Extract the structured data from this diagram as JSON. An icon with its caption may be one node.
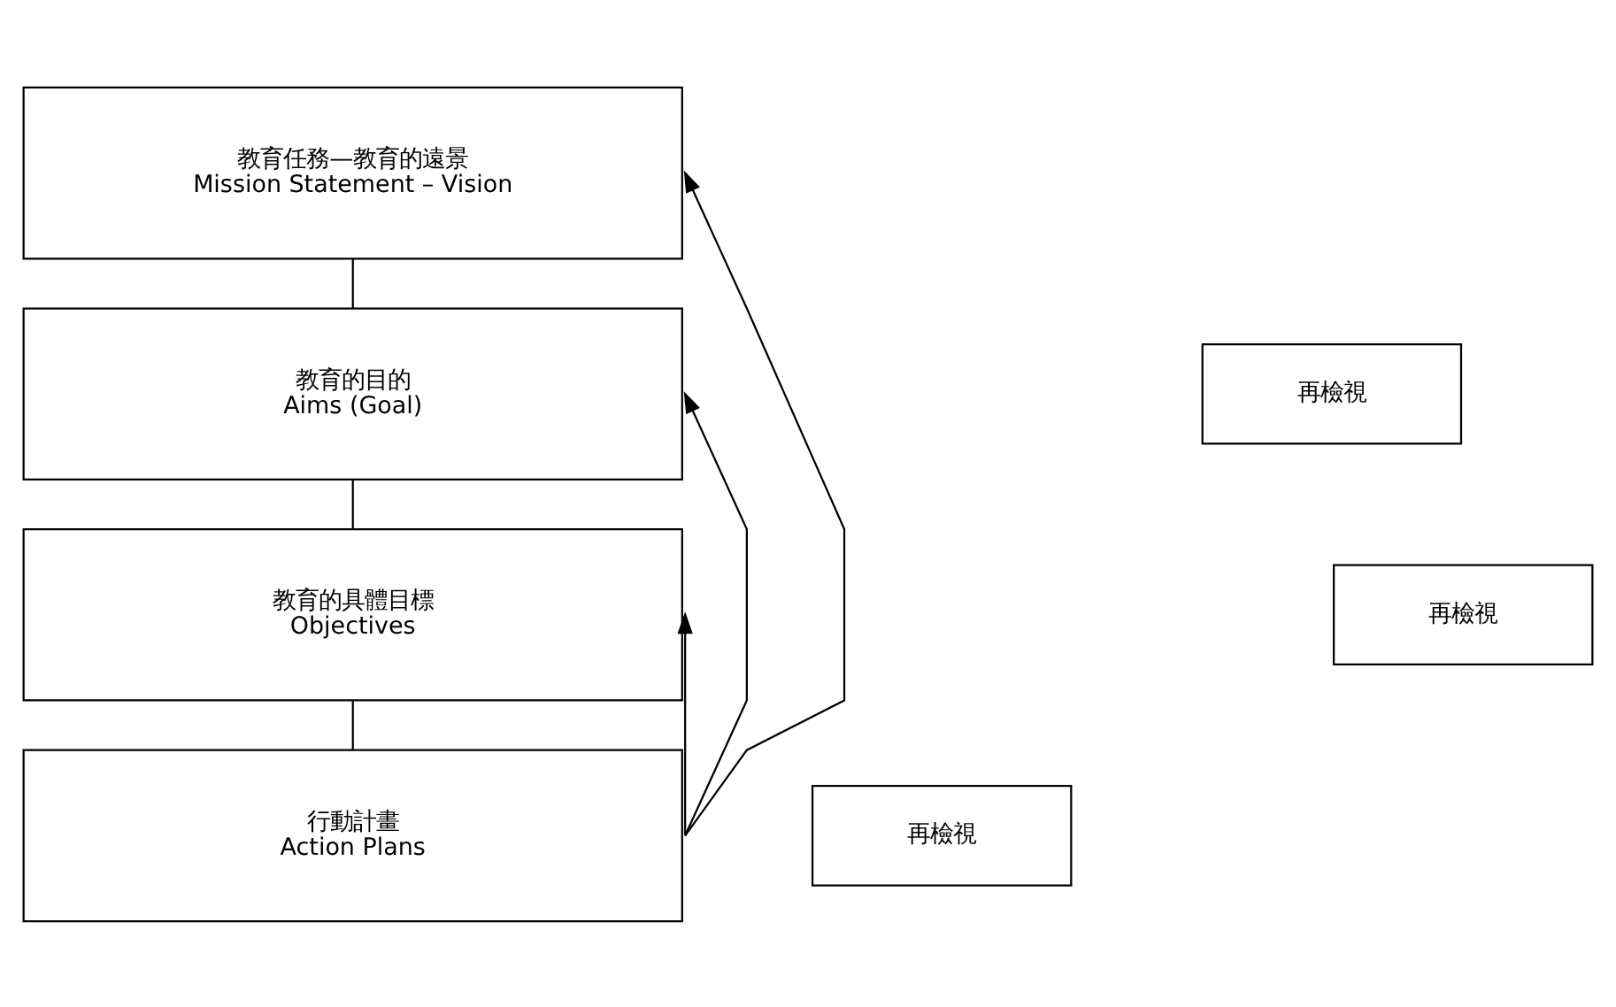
{
  "diagram": {
    "nodes": [
      {
        "text": [
          "教育任務—教育的遠景",
          "Mission Statement – Vision"
        ]
      },
      {
        "text": [
          "教育的目的",
          "Aims (Goal)"
        ]
      },
      {
        "text": [
          "教育的具體目標",
          "Objectives"
        ]
      },
      {
        "text": [
          "行動計畫",
          "Action Plans"
        ]
      },
      {
        "text": [
          "再檢視"
        ]
      },
      {
        "text": [
          "再檢視"
        ]
      },
      {
        "text": [
          "再檢視"
        ]
      }
    ],
    "edges": [
      {
        "from": 0,
        "to": 1,
        "arrow": "none"
      },
      {
        "from": 1,
        "to": 2,
        "arrow": "none"
      },
      {
        "from": 2,
        "to": 3,
        "arrow": "none"
      },
      {
        "from": 3,
        "to": 0,
        "arrow": "to"
      },
      {
        "from": 3,
        "to": 1,
        "arrow": "to"
      },
      {
        "from": 3,
        "to": 2,
        "arrow": "to"
      }
    ]
  }
}
